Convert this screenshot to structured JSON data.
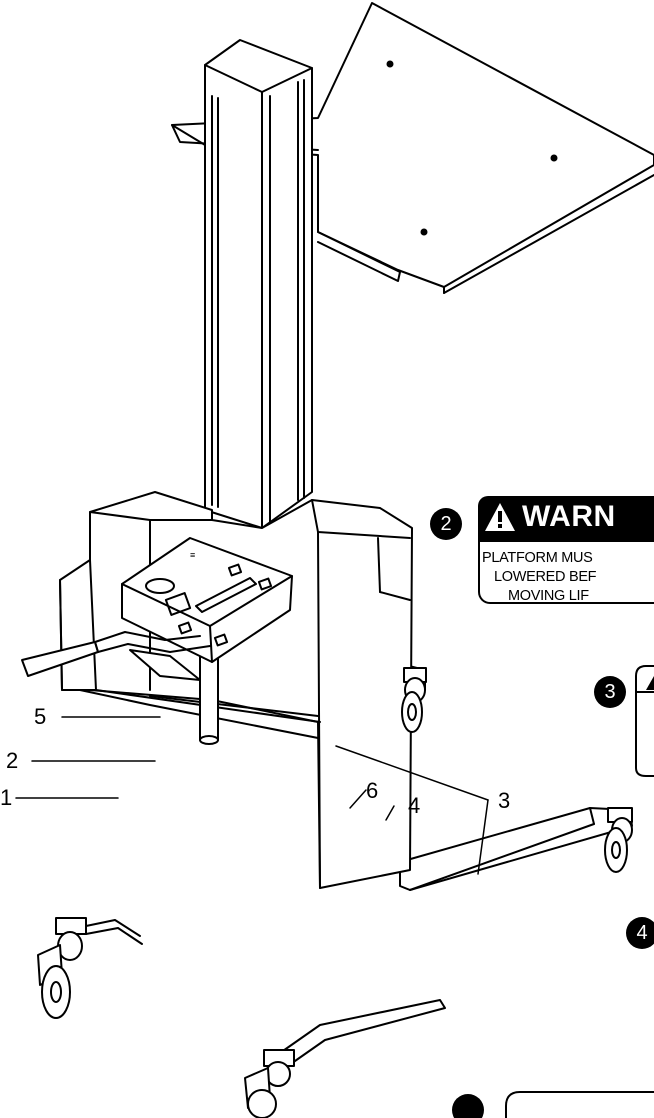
{
  "callouts": {
    "c5": "5",
    "c2": "2",
    "c1": "1",
    "c6": "6",
    "c4": "4",
    "c3": "3"
  },
  "badges": {
    "b2": "2",
    "b3": "3",
    "b4": "4"
  },
  "warning_label": {
    "header": "WARN",
    "line1": "PLATFORM MUS",
    "line2": "LOWERED BEF",
    "line3": "MOVING LIF"
  }
}
